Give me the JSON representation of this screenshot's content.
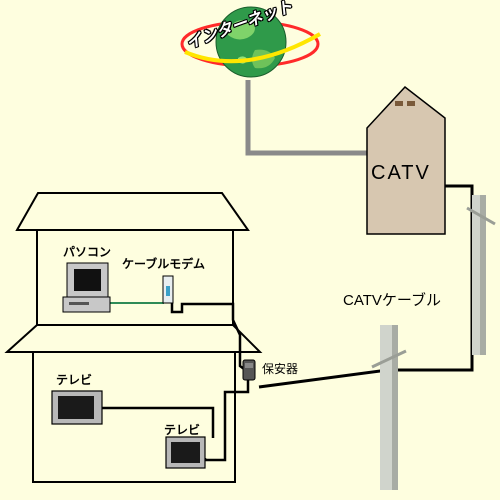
{
  "internet": {
    "label": "インターネット"
  },
  "catv_station": {
    "label": "CATV"
  },
  "cable": {
    "label": "CATVケーブル"
  },
  "protector": {
    "label": "保安器"
  },
  "devices": {
    "pc": {
      "label": "パソコン"
    },
    "modem": {
      "label": "ケーブルモデム"
    },
    "tv1": {
      "label": "テレビ"
    },
    "tv2": {
      "label": "テレビ"
    }
  },
  "colors": {
    "background": "#fefedf",
    "station_fill": "#d7c7b0",
    "internet_line": "#808080",
    "cable_line": "#000000",
    "lan_line": "#2e8b57"
  }
}
